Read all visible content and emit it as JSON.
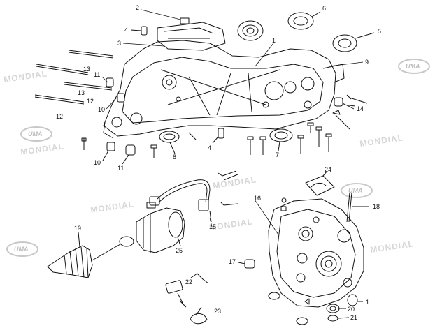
{
  "diagram": {
    "callouts": [
      "1",
      "2",
      "3",
      "4",
      "5",
      "6",
      "7",
      "8",
      "9",
      "10",
      "11",
      "12",
      "13",
      "14",
      "15",
      "16",
      "17",
      "18",
      "19",
      "20",
      "21",
      "22",
      "23",
      "24",
      "25"
    ],
    "callout_dup": {
      "n4b": "4",
      "n10b": "10",
      "n11b": "11",
      "n12b": "12",
      "n13b": "13",
      "n1b": "1"
    },
    "watermark_brand": "MONDIAL",
    "watermark_logo": "UMA"
  }
}
